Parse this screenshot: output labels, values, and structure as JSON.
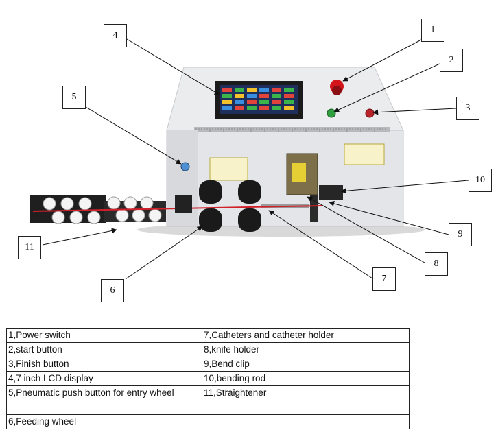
{
  "callouts": [
    "1",
    "2",
    "3",
    "4",
    "5",
    "6",
    "7",
    "8",
    "9",
    "10",
    "11"
  ],
  "legend": {
    "rows": [
      [
        "1,Power switch",
        "7,Catheters and catheter holder"
      ],
      [
        "2,start button",
        "8,knife holder"
      ],
      [
        "3,Finish button",
        "9,Bend clip"
      ],
      [
        "4,7 inch LCD display",
        "10,bending rod"
      ],
      [
        "5,Pneumatic push button for entry wheel",
        "11,Straightener"
      ],
      [
        "6,Feeding wheel",
        ""
      ]
    ]
  },
  "colors": {
    "machine_body": "#e9eaec",
    "screen": "#1e2f5c",
    "power_switch": "#d3141b",
    "start_button": "#2e9e3e",
    "finish_button": "#b9232a",
    "wire": "#d0202a",
    "wheel": "#1a1a1a"
  }
}
